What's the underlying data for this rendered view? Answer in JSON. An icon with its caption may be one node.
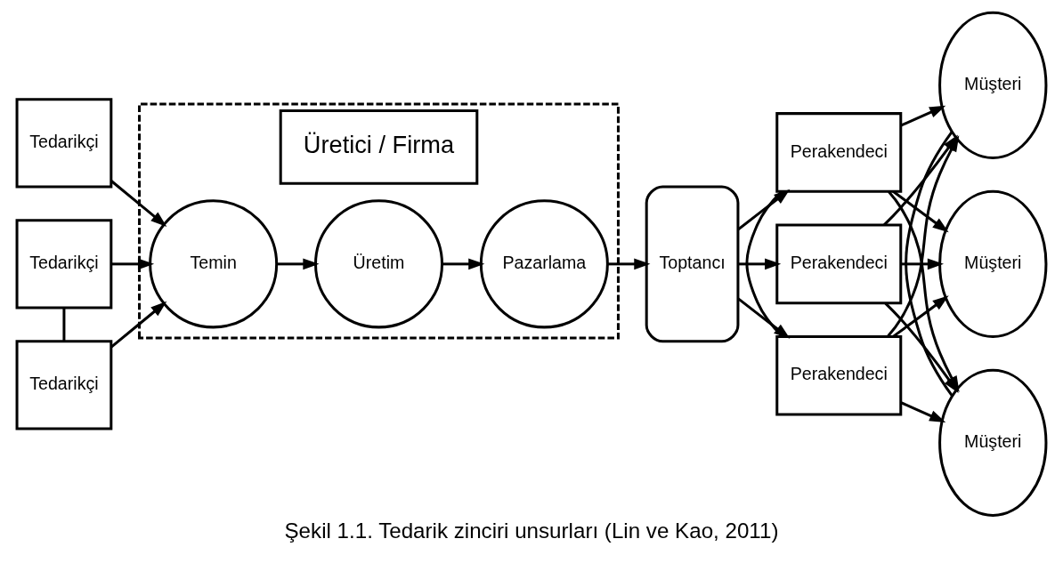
{
  "diagram": {
    "caption": "Şekil 1.1. Tedarik zinciri unsurları (Lin ve Kao, 2011)",
    "nodes": [
      {
        "text": [
          "Tedarikçi"
        ]
      },
      {
        "text": [
          "Tedarikçi"
        ]
      },
      {
        "text": [
          "Tedarikçi"
        ]
      },
      {
        "text": [
          "Üretici / Firma"
        ]
      },
      {
        "text": [
          "Temin"
        ],
        "in": 3
      },
      {
        "text": [
          "Üretim"
        ],
        "in": 3
      },
      {
        "text": [
          "Pazarlama"
        ],
        "in": 3
      },
      {
        "text": [
          "Toptancı"
        ]
      },
      {
        "text": [
          "Perakendeci"
        ]
      },
      {
        "text": [
          "Perakendeci"
        ]
      },
      {
        "text": [
          "Perakendeci"
        ]
      },
      {
        "text": [
          "Müşteri"
        ]
      },
      {
        "text": [
          "Müşteri"
        ]
      },
      {
        "text": [
          "Müşteri"
        ]
      }
    ],
    "edges": [
      {
        "from": 0,
        "to": 4,
        "arrow": "to"
      },
      {
        "from": 1,
        "to": 4,
        "arrow": "to"
      },
      {
        "from": 2,
        "to": 4,
        "arrow": "to"
      },
      {
        "from": 1,
        "to": 2,
        "arrow": "none"
      },
      {
        "from": 4,
        "to": 5,
        "arrow": "to"
      },
      {
        "from": 5,
        "to": 6,
        "arrow": "to"
      },
      {
        "from": 6,
        "to": 7,
        "arrow": "to"
      },
      {
        "from": 7,
        "to": 8,
        "arrow": "to"
      },
      {
        "from": 7,
        "to": 9,
        "arrow": "to"
      },
      {
        "from": 7,
        "to": 10,
        "arrow": "to"
      },
      {
        "from": 9,
        "to": 10,
        "arrow": "none"
      },
      {
        "from": 8,
        "to": 11,
        "arrow": "to"
      },
      {
        "from": 8,
        "to": 12,
        "arrow": "to"
      },
      {
        "from": 8,
        "to": 13,
        "arrow": "to"
      },
      {
        "from": 9,
        "to": 11,
        "arrow": "to"
      },
      {
        "from": 9,
        "to": 12,
        "arrow": "to"
      },
      {
        "from": 9,
        "to": 13,
        "arrow": "to"
      },
      {
        "from": 10,
        "to": 11,
        "arrow": "to"
      },
      {
        "from": 10,
        "to": 12,
        "arrow": "to"
      },
      {
        "from": 10,
        "to": 13,
        "arrow": "to"
      },
      {
        "from": 12,
        "to": 13,
        "arrow": "none"
      }
    ]
  }
}
